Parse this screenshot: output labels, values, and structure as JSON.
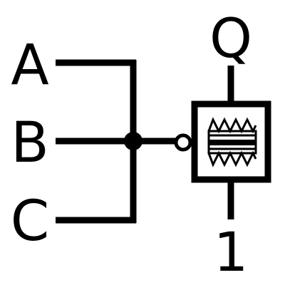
{
  "diagram": {
    "inputs": [
      "A",
      "B",
      "C"
    ],
    "output_label": "Q",
    "bottom_label": "1",
    "colors": {
      "stroke": "#000000",
      "background": "#ffffff"
    }
  }
}
